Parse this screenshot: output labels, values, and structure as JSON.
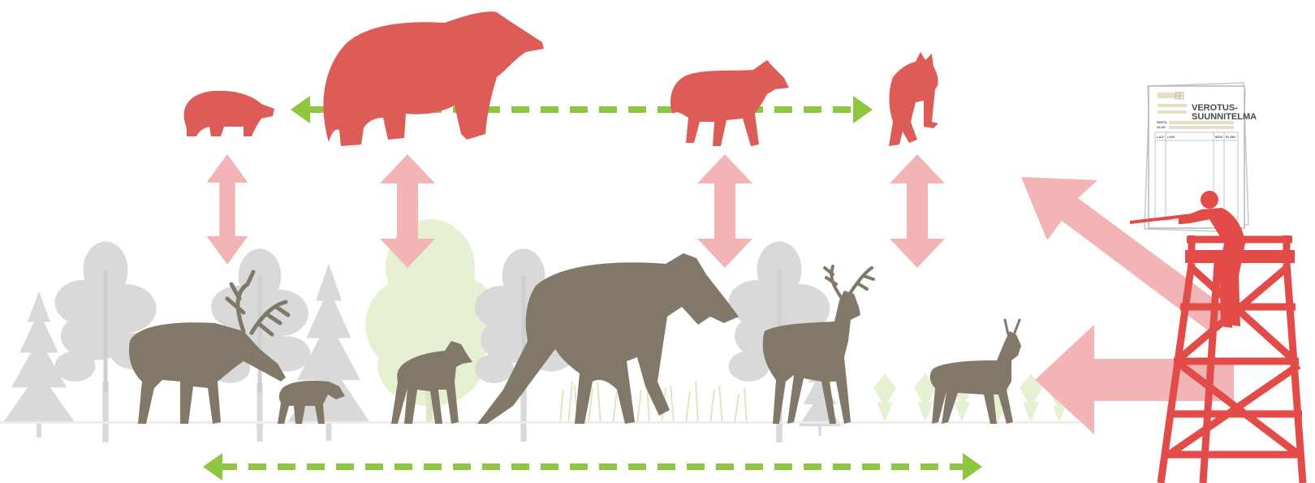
{
  "colors": {
    "predator": "#dd5c58",
    "prey": "#82786a",
    "arrow_pink": "#f2b4b4",
    "arrow_green": "#8dc63f",
    "tree_grey": "#d9d9d9",
    "tree_green": "#e6f0d2",
    "tower": "#e24b48",
    "doc_line": "#e8e0c4"
  },
  "predators": [
    "wolverine-icon",
    "bear-icon",
    "wolf-icon",
    "lynx-icon"
  ],
  "prey": [
    "reindeer-icon",
    "reindeer-calf-icon",
    "moose-calf-icon",
    "moose-icon",
    "white-tailed-deer-icon",
    "roe-deer-icon"
  ],
  "document": {
    "title_line1": "VEROTUS-",
    "title_line2": "SUUNNITELMA",
    "label_1": "RIISTA",
    "label_2": "ALUE",
    "col_1": "LAJI",
    "col_2": "LKM",
    "col_3": "MÄÄ",
    "col_4": "ELÄIN"
  }
}
